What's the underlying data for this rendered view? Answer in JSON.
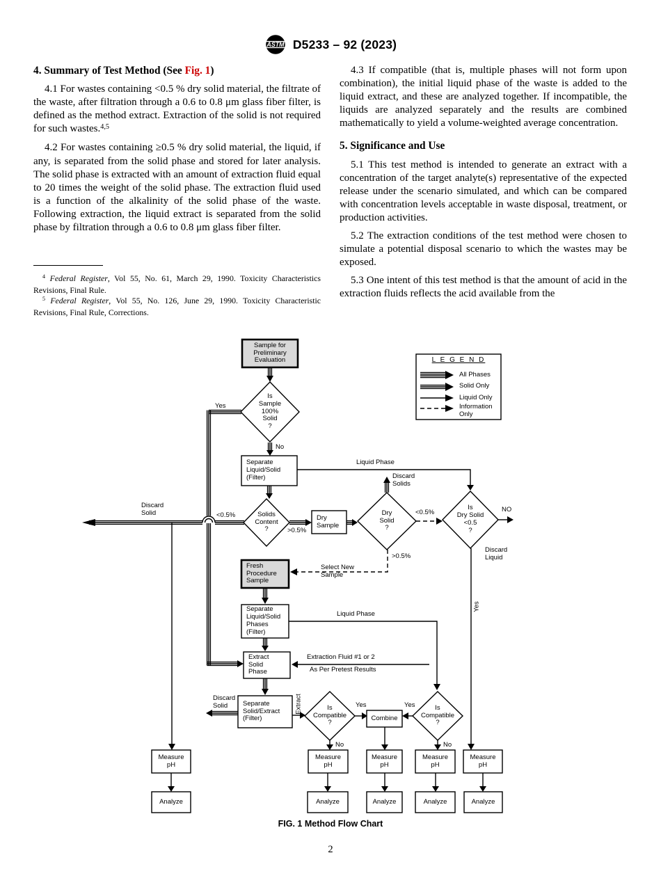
{
  "header": {
    "title": "D5233 – 92 (2023)"
  },
  "section4": {
    "heading": {
      "pre": "4. Summary of Test Method (See ",
      "link": "Fig. 1",
      "post": ")"
    },
    "p41": {
      "body": "4.1 For wastes containing <0.5 % dry solid material, the filtrate of the waste, after filtration through a 0.6 to 0.8 μm glass fiber filter, is defined as the method extract. Extraction of the solid is not required for such wastes.",
      "sup": "4,5"
    },
    "p42": "4.2 For wastes containing ≥0.5 % dry solid material, the liquid, if any, is separated from the solid phase and stored for later analysis. The solid phase is extracted with an amount of extraction fluid equal to 20 times the weight of the solid phase. The extraction fluid used is a function of the alkalinity of the solid phase of the waste. Following extraction, the liquid extract is separated from the solid phase by filtration through a 0.6 to 0.8 μm glass fiber filter.",
    "p43": "4.3 If compatible (that is, multiple phases will not form upon combination), the initial liquid phase of the waste is added to the liquid extract, and these are analyzed together. If incompatible, the liquids are analyzed separately and the results are combined mathematically to yield a volume-weighted average concentration."
  },
  "section5": {
    "heading": "5. Significance and Use",
    "p51": "5.1 This test method is intended to generate an extract with a concentration of the target analyte(s) representative of the expected release under the scenario simulated, and which can be compared with concentration levels acceptable in waste disposal, treatment, or production activities.",
    "p52": "5.2 The extraction conditions of the test method were chosen to simulate a potential disposal scenario to which the wastes may be exposed.",
    "p53": "5.3 One intent of this test method is that the amount of acid in the extraction fluids reflects the acid available from the"
  },
  "footnotes": [
    {
      "sup": "4",
      "source": "Federal Register",
      "rest": ", Vol 55, No. 61, March 29, 1990. Toxicity Characteristics Revisions, Final Rule."
    },
    {
      "sup": "5",
      "source": "Federal Register",
      "rest": ", Vol 55, No. 126, June 29, 1990. Toxicity Characteristic Revisions, Final Rule, Corrections."
    }
  ],
  "flowchart": {
    "caption": "FIG. 1  Method Flow Chart",
    "legend": {
      "title": "L E G E N D",
      "all_phases": "All Phases",
      "solid_only": "Solid Only",
      "liquid_only": "Liquid Only",
      "information_only": "Information\nOnly"
    },
    "nodes": {
      "sample": "Sample for\nPreliminary\nEvaluation",
      "is_sample_solid": "Is\nSample\n100%\nSolid\n?",
      "separate_liquid_solid": "Separate\nLiquid/Solid\n(Filter)",
      "solids_content": "Solids\nContent\n?",
      "dry_sample": "Dry\nSample",
      "dry_solid": "Dry\nSolid\n?",
      "is_dry_solid": "Is\nDry Solid\n<0.5\n?",
      "fresh_sample": "Fresh\nProcedure\nSample",
      "separate_phases": "Separate\nLiquid/Solid\nPhases\n(Filter)",
      "extract_solid": "Extract\nSolid\nPhase",
      "separate_solid_extract": "Separate\nSolid/Extract\n(Filter)",
      "is_compatible": "Is\nCompatible\n?",
      "combine": "Combine",
      "measure_ph": "Measure\npH",
      "analyze": "Analyze"
    },
    "labels": {
      "yes": "Yes",
      "no": "No",
      "no_caps": "NO",
      "liquid_phase": "Liquid Phase",
      "discard_solid": "Discard\nSolid",
      "discard_solids": "Discard\nSolids",
      "discard_liquid": "Discard\nLiquid",
      "lt_half_pct": "<0.5%",
      "gt_half_pct": ">0.5%",
      "select_new_sample": "Select New\nSample",
      "extraction_fluid_line1": "Extraction Fluid #1 or 2",
      "extraction_fluid_line2": "As Per Pretest Results",
      "extract_rotated": "Extract"
    }
  },
  "page_number": "2"
}
